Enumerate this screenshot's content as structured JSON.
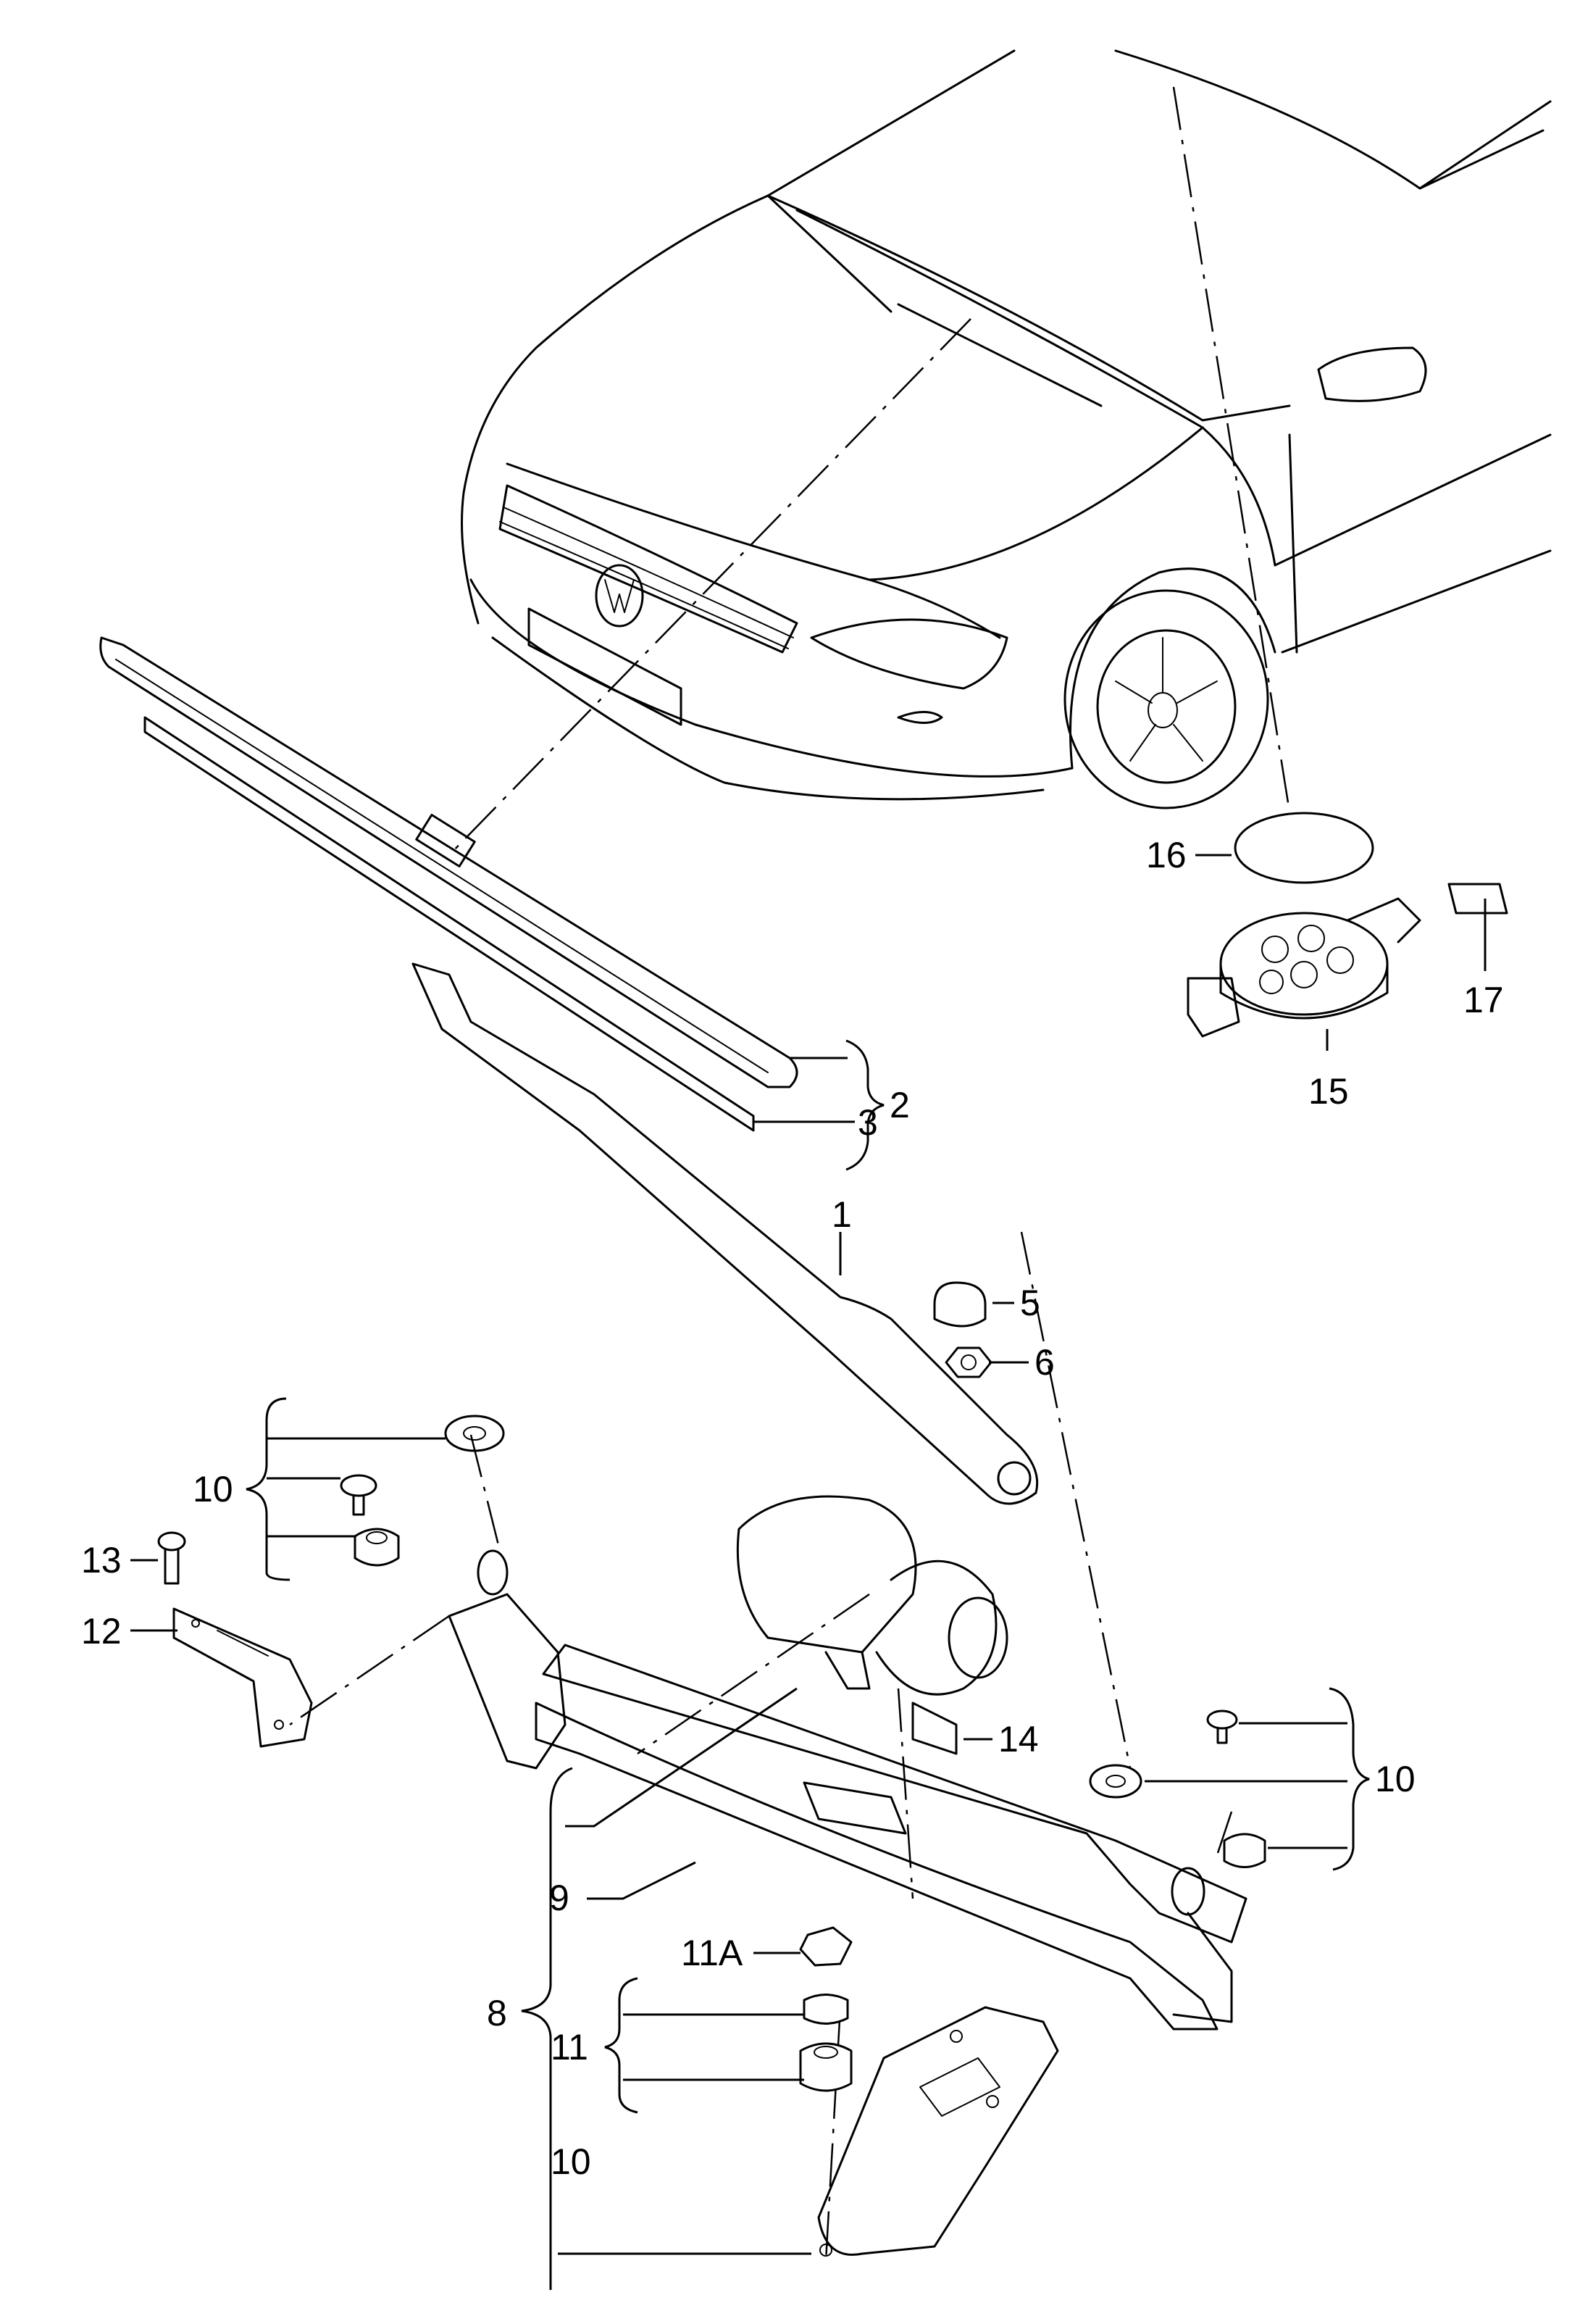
{
  "callouts": {
    "c1": "1",
    "c2": "2",
    "c3": "3",
    "c5": "5",
    "c6": "6",
    "c8": "8",
    "c9": "9",
    "c10a": "10",
    "c10b": "10",
    "c10c": "10",
    "c11": "11",
    "c11a": "11A",
    "c12": "12",
    "c13": "13",
    "c14": "14",
    "c15": "15",
    "c16": "16",
    "c17": "17"
  }
}
